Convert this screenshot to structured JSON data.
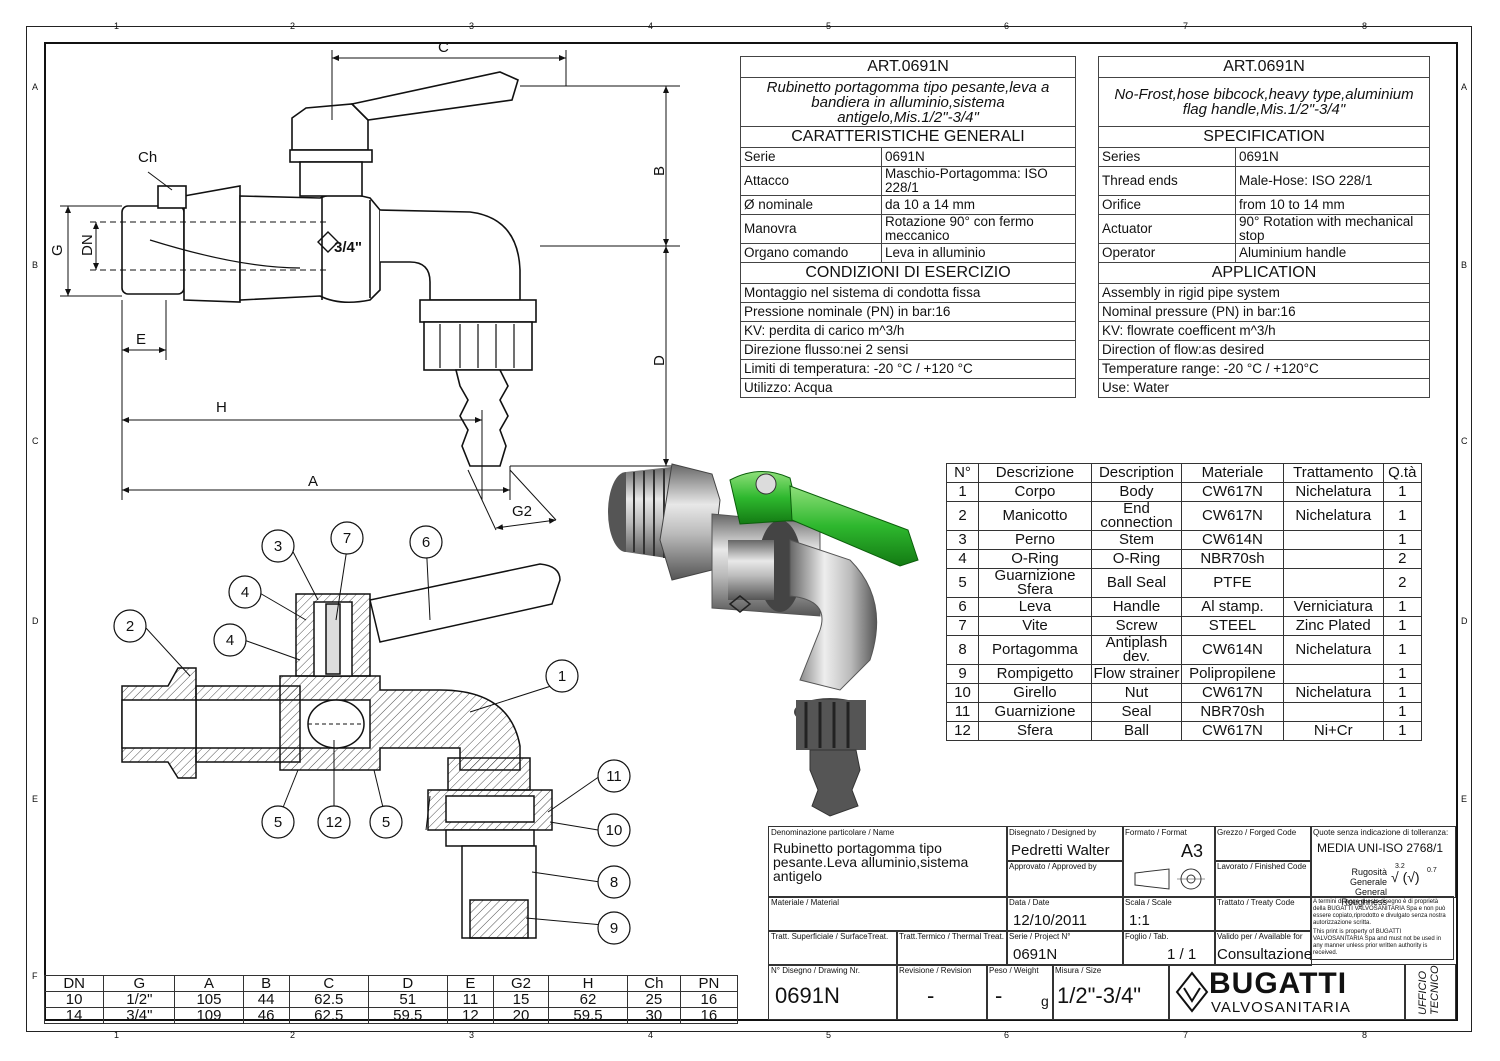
{
  "rulers": {
    "columns": [
      "1",
      "2",
      "3",
      "4",
      "5",
      "6",
      "7",
      "8"
    ],
    "rows": [
      "A",
      "B",
      "C",
      "D",
      "E",
      "F"
    ]
  },
  "spec_it": {
    "art": "ART.0691N",
    "desc": "Rubinetto portagomma tipo pesante,leva a bandiera in alluminio,sistema antigelo,Mis.1/2\"-3/4\"",
    "general_title": "CARATTERISTICHE GENERALI",
    "general": [
      [
        "Serie",
        "0691N"
      ],
      [
        "Attacco",
        "Maschio-Portagomma: ISO 228/1"
      ],
      [
        "Ø nominale",
        "da 10 a 14 mm"
      ],
      [
        "Manovra",
        "Rotazione 90° con fermo meccanico"
      ],
      [
        "Organo comando",
        "Leva in alluminio"
      ]
    ],
    "service_title": "CONDIZIONI DI ESERCIZIO",
    "service": [
      "Montaggio nel sistema di condotta fissa",
      "Pressione nominale (PN) in bar:16",
      "KV: perdita di carico m^3/h",
      "Direzione flusso:nei 2 sensi",
      "Limiti di temperatura:  -20 °C / +120 °C",
      "Utilizzo: Acqua"
    ]
  },
  "spec_en": {
    "art": "ART.0691N",
    "desc": "No-Frost,hose bibcock,heavy type,aluminium flag handle,Mis.1/2\"-3/4\"",
    "general_title": "SPECIFICATION",
    "general": [
      [
        "Series",
        "0691N"
      ],
      [
        "Thread ends",
        "Male-Hose: ISO 228/1"
      ],
      [
        "Orifice",
        "from 10 to 14 mm"
      ],
      [
        "Actuator",
        "90° Rotation with mechanical stop"
      ],
      [
        "Operator",
        "Aluminium handle"
      ]
    ],
    "service_title": "APPLICATION",
    "service": [
      "Assembly in rigid pipe system",
      "Nominal pressure (PN) in bar:16",
      "KV: flowrate coefficent m^3/h",
      "Direction of flow:as desired",
      "Temperature range: -20 °C  /  +120°C",
      "Use: Water"
    ]
  },
  "parts": {
    "headers": [
      "N°",
      "Descrizione",
      "Description",
      "Materiale",
      "Trattamento",
      "Q.tà"
    ],
    "rows": [
      [
        "1",
        "Corpo",
        "Body",
        "CW617N",
        "Nichelatura",
        "1"
      ],
      [
        "2",
        "Manicotto",
        "End connection",
        "CW617N",
        "Nichelatura",
        "1"
      ],
      [
        "3",
        "Perno",
        "Stem",
        "CW614N",
        "",
        "1"
      ],
      [
        "4",
        "O-Ring",
        "O-Ring",
        "NBR70sh",
        "",
        "2"
      ],
      [
        "5",
        "Guarnizione Sfera",
        "Ball Seal",
        "PTFE",
        "",
        "2"
      ],
      [
        "6",
        "Leva",
        "Handle",
        "Al stamp.",
        "Verniciatura",
        "1"
      ],
      [
        "7",
        "Vite",
        "Screw",
        "STEEL",
        "Zinc Plated",
        "1"
      ],
      [
        "8",
        "Portagomma",
        "Antiplash dev.",
        "CW614N",
        "Nichelatura",
        "1"
      ],
      [
        "9",
        "Rompigetto",
        "Flow strainer",
        "Polipropilene",
        "",
        "1"
      ],
      [
        "10",
        "Girello",
        "Nut",
        "CW617N",
        "Nichelatura",
        "1"
      ],
      [
        "11",
        "Guarnizione",
        "Seal",
        "NBR70sh",
        "",
        "1"
      ],
      [
        "12",
        "Sfera",
        "Ball",
        "CW617N",
        "Ni+Cr",
        "1"
      ]
    ]
  },
  "dims": {
    "headers": [
      "DN",
      "G",
      "A",
      "B",
      "C",
      "D",
      "E",
      "G2",
      "H",
      "Ch",
      "PN"
    ],
    "rows": [
      [
        "10",
        "1/2\"",
        "105",
        "44",
        "62.5",
        "51",
        "11",
        "15",
        "62",
        "25",
        "16"
      ],
      [
        "14",
        "3/4\"",
        "109",
        "46",
        "62.5",
        "59.5",
        "12",
        "20",
        "59.5",
        "30",
        "16"
      ]
    ]
  },
  "drawing_labels": {
    "C": "C",
    "Ch": "Ch",
    "B": "B",
    "G": "G",
    "DN": "DN",
    "D": "D",
    "E": "E",
    "H": "H",
    "A": "A",
    "G2": "G2",
    "size_mark": "3/4\""
  },
  "balloons": [
    "1",
    "2",
    "3",
    "4",
    "4",
    "5",
    "5",
    "6",
    "7",
    "8",
    "9",
    "10",
    "11",
    "12"
  ],
  "title_block": {
    "name_lbl": "Denominazione particolare / Name",
    "name": "Rubinetto portagomma tipo pesante.Leva alluminio,sistema antigelo",
    "designed_lbl": "Disegnato / Designed by",
    "designed": "Pedretti Walter",
    "approved_lbl": "Approvato / Approved by",
    "format_lbl": "Formato / Format",
    "format": "A3",
    "forged_lbl": "Grezzo / Forged Code",
    "finished_lbl": "Lavorato / Finished Code",
    "treaty_lbl": "Trattato / Treaty Code",
    "tol_lbl": "Quote senza indicazione di tolleranza:",
    "tol": "MEDIA UNI-ISO 2768/1",
    "rough_it": "Rugosità Generale",
    "rough_en": "General Roughness",
    "rough_v1": "3.2",
    "rough_v2": "0.7",
    "material_lbl": "Materiale / Material",
    "date_lbl": "Data / Date",
    "date": "12/10/2011",
    "scale_lbl": "Scala / Scale",
    "scale": "1:1",
    "surf_lbl": "Tratt. Superficiale / SurfaceTreat.",
    "therm_lbl": "Tratt.Termico / Thermal Treat.",
    "project_lbl": "Serie / Project N°",
    "project": "0691N",
    "sheet_lbl": "Foglio / Tab.",
    "sheet": "1 / 1",
    "valid_lbl": "Valido per / Available for",
    "valid": "Consultazione",
    "legal_it": "A termini di legge questo disegno è di proprietà della BUGATTI VALVOSANITARIA Spa e non può essere copiato,riprodotto e divulgato senza nostra autorizzazione scritta.",
    "legal_en": "This print is property of BUGATTI VALVOSANITARIA Spa and must not be used in any manner unless prior written authority is received.",
    "drawing_lbl": "N° Disegno / Drawing Nr.",
    "drawing": "0691N",
    "rev_lbl": "Revisione / Revision",
    "rev": "-",
    "weight_lbl": "Peso / Weight",
    "weight": "-",
    "weight_unit": "g",
    "size_lbl": "Misura / Size",
    "size": "1/2\"-3/4\"",
    "brand": "BUGATTI",
    "brand_sub": "VALVOSANITARIA",
    "office": "UFFICIO TECNICO"
  }
}
